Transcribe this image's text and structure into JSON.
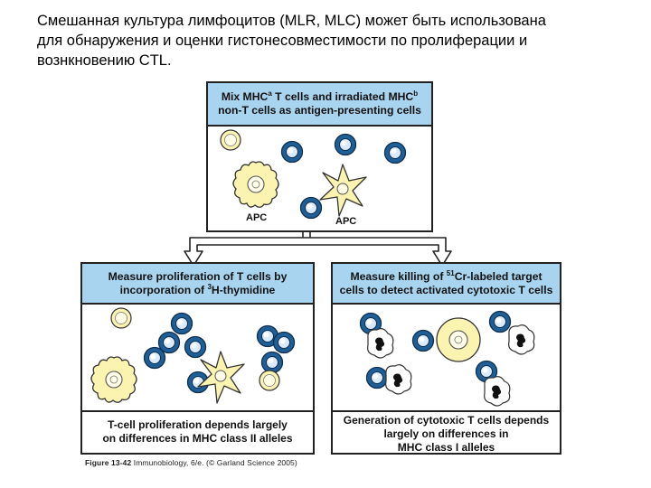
{
  "intro": {
    "line1": "Смешанная культура лимфоцитов (MLR, MLC) может быть использована",
    "line2": "для обнаружения и оценки гистонесовместимости по пролиферации и",
    "line3": "вознкновению CTL."
  },
  "top_panel": {
    "title_a": "Mix MHC",
    "title_sup_a": "a",
    "title_b": " T cells and irradiated MHC",
    "title_sup_b": "b",
    "title_line2": "non-T cells as antigen-presenting cells",
    "apc_label_1": "APC",
    "apc_label_2": "APC"
  },
  "left_panel": {
    "title_line1": "Measure proliferation of T cells by",
    "title_line2_a": "incorporation of ",
    "title_sup": "3",
    "title_line2_b": "H-thymidine",
    "footer_line1": "T-cell proliferation depends largely",
    "footer_line2": "on differences in MHC class II alleles"
  },
  "right_panel": {
    "title_line1_a": "Measure killing of ",
    "title_sup": "51",
    "title_line1_b": "Cr-labeled target",
    "title_line2": "cells to detect activated cytotoxic T cells",
    "footer_line1": "Generation of cytotoxic T cells depends",
    "footer_line2": "largely on differences in",
    "footer_line3": "MHC class I alleles"
  },
  "credit": {
    "figure": "Figure 13-42",
    "rest": " Immunobiology, 6/e. (© Garland Science 2005)"
  },
  "colors": {
    "header_blue": "#a9d4ef",
    "tcell_blue": "#1f5f98",
    "apc_yellow": "#fbf3b0",
    "border": "#222222"
  }
}
